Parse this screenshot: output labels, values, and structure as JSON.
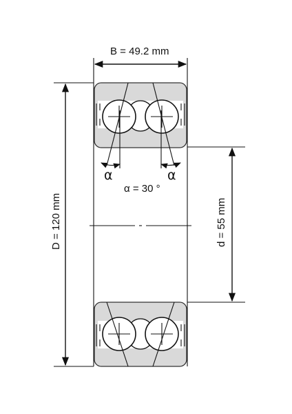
{
  "dimensions": {
    "width_label": "B = 49.2 mm",
    "outer_diameter_label": "D = 120 mm",
    "bore_label": "d = 55 mm",
    "contact_angle_label": "α = 30 °",
    "angle_symbol_left": "α",
    "angle_symbol_right": "α"
  },
  "colors": {
    "ring_fill": "#d9d9d9",
    "line": "#111111",
    "background": "#ffffff"
  }
}
